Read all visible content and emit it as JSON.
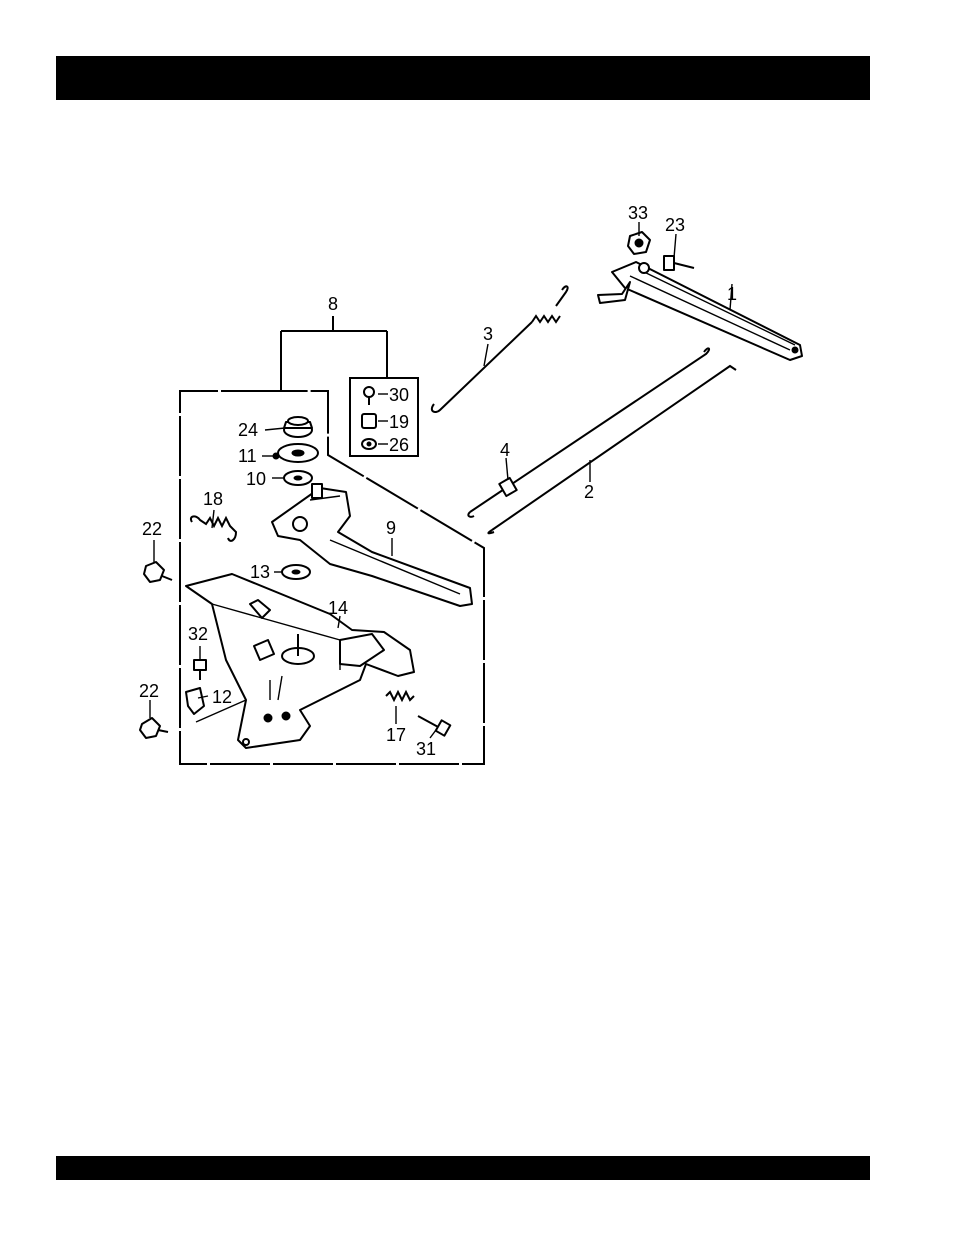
{
  "colors": {
    "ink": "#000000",
    "paper": "#ffffff"
  },
  "callouts": {
    "n1": "1",
    "n2": "2",
    "n3": "3",
    "n4": "4",
    "n8": "8",
    "n9": "9",
    "n10": "10",
    "n11": "11",
    "n12": "12",
    "n13": "13",
    "n14": "14",
    "n17": "17",
    "n18": "18",
    "n19": "19",
    "n22a": "22",
    "n22b": "22",
    "n23": "23",
    "n24": "24",
    "n26": "26",
    "n30": "30",
    "n31": "31",
    "n32": "32",
    "n33": "33"
  }
}
